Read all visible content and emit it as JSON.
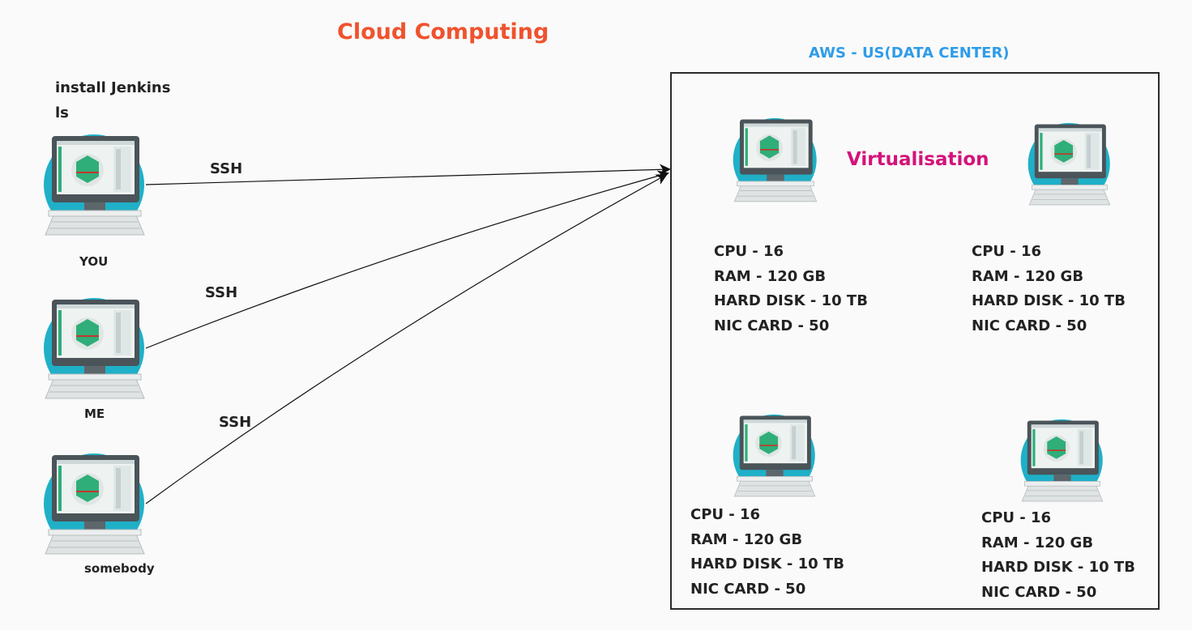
{
  "title": "Cloud Computing",
  "commands": [
    "install Jenkins",
    "ls"
  ],
  "clients": [
    {
      "label": "YOU",
      "connection": "SSH"
    },
    {
      "label": "ME",
      "connection": "SSH"
    },
    {
      "label": "somebody",
      "connection": "SSH"
    }
  ],
  "data_center": {
    "title": "AWS - US(DATA CENTER)",
    "virtualisation_label": "Virtualisation",
    "servers": [
      {
        "specs": [
          "CPU - 16",
          "RAM - 120 GB",
          "HARD DISK - 10 TB",
          "NIC CARD - 50"
        ]
      },
      {
        "specs": [
          "CPU - 16",
          "RAM - 120 GB",
          "HARD DISK - 10 TB",
          "NIC CARD - 50"
        ]
      },
      {
        "specs": [
          "CPU - 16",
          "RAM - 120 GB",
          "HARD DISK - 10 TB",
          "NIC CARD - 50"
        ]
      },
      {
        "specs": [
          "CPU - 16",
          "RAM - 120 GB",
          "HARD DISK - 10 TB",
          "NIC CARD - 50"
        ]
      }
    ]
  },
  "colors": {
    "title": "#f0522e",
    "data_center_title": "#2f9ce8",
    "virtualisation": "#d4127a",
    "computer_circle": "#1fb0c8",
    "screen_accent": "#2fae79"
  },
  "icons": {
    "client": "desktop-computer-icon",
    "server": "desktop-computer-icon"
  }
}
